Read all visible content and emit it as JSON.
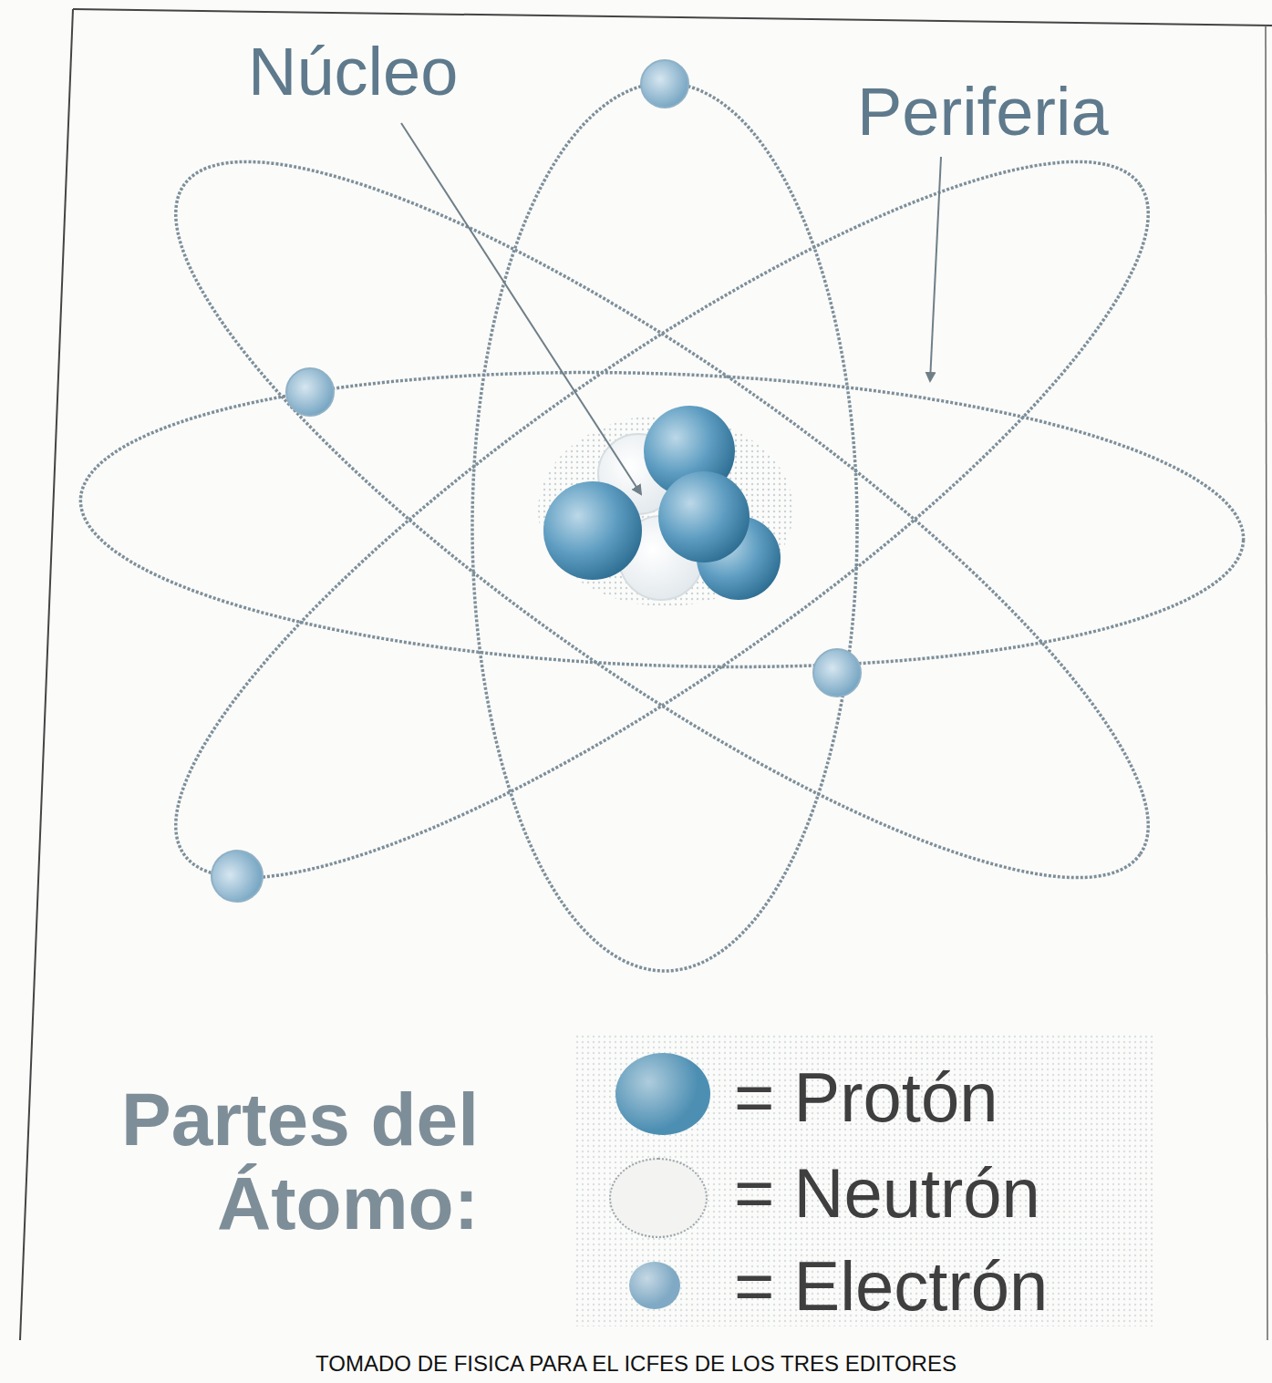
{
  "diagram": {
    "caption": "TOMADO DE FISICA PARA EL ICFES DE LOS TRES EDITORES",
    "labels": [
      "Núcleo",
      "Periferia",
      "Partes del Átomo:"
    ],
    "legend": [
      {
        "text": "= Protón",
        "color": "#4d8fb3"
      },
      {
        "text": "= Neutrón",
        "color": "#f3f3f1"
      },
      {
        "text": "= Electrón",
        "color": "#7fa9c4"
      }
    ]
  }
}
